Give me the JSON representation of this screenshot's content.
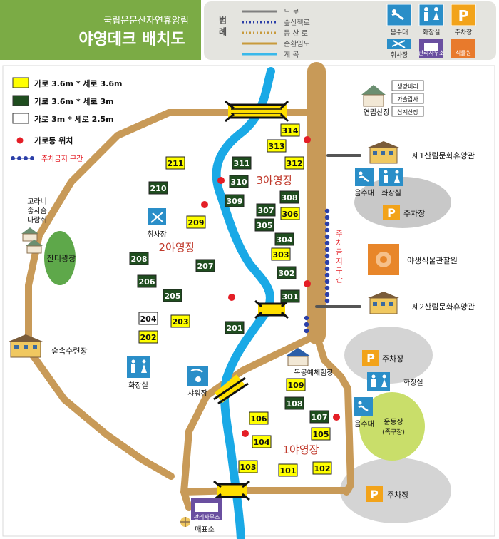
{
  "header": {
    "subtitle": "국립운문산자연휴양림",
    "title": "야영데크 배치도"
  },
  "legend_top": {
    "label": "범 례",
    "items": [
      {
        "label": "도 로",
        "color": "#7f7f7f",
        "style": "solid"
      },
      {
        "label": "숲산책로",
        "color": "#2b3fa8",
        "style": "dotted"
      },
      {
        "label": "등 산 로",
        "color": "#c89a3b",
        "style": "dotted"
      },
      {
        "label": "순환임도",
        "color": "#c89a3b",
        "style": "solid"
      },
      {
        "label": "계 곡",
        "color": "#39b8ea",
        "style": "solid"
      }
    ],
    "icons": [
      {
        "label": "음수대",
        "icon": "water-fountain-icon"
      },
      {
        "label": "화장실",
        "icon": "restroom-icon"
      },
      {
        "label": "주차장",
        "icon": "parking-icon"
      },
      {
        "label": "취사장",
        "icon": "cooking-icon"
      },
      {
        "label": "관리사무소",
        "icon": "office-icon"
      },
      {
        "label": "식물원",
        "icon": "botanical-icon"
      }
    ]
  },
  "deck_legend": [
    {
      "label": "가로 3.6m * 세로 3.6m",
      "color": "#ffff00"
    },
    {
      "label": "가로 3.6m * 세로 3m",
      "color": "#1f4d1f"
    },
    {
      "label": "가로 3m * 세로 2.5m",
      "color": "#ffffff"
    }
  ],
  "lamp_legend": {
    "label": "가로등 위치",
    "color": "#e41e26"
  },
  "noparking_legend": {
    "label": "주차금지 구간",
    "color": "#2b3fa8"
  },
  "zones": [
    {
      "label": "3야영장",
      "color": "#c0392b"
    },
    {
      "label": "2야영장",
      "color": "#c0392b"
    },
    {
      "label": "1야영장",
      "color": "#c0392b"
    }
  ],
  "noparking_text": "주차금지구간",
  "places": {
    "yeonlip": "연립산장",
    "yeonlip_signs": [
      "생강비리",
      "가슬갑사",
      "삼계산장"
    ],
    "hall1": "제1산림문화휴양관",
    "hall2": "제2산림문화휴양관",
    "fountain_a": "음수대",
    "restroom_a": "화장실",
    "parking_a": "주차장",
    "botanical": "야생식물관찰원",
    "parking_b": "주차장",
    "restroom_b": "화장실",
    "fountain_b": "음수대",
    "sports": [
      "운동장",
      "(족구장)"
    ],
    "parking_c": "주차장",
    "woodwork": "목공예체험장",
    "shower": "샤워장",
    "office": "관리사무소",
    "ticket": "매표소",
    "restroom_c": "화장실",
    "forest_training": "숲속수련장",
    "lawn": "잔디광장",
    "cooking": "취사장",
    "gorani": [
      "고라니",
      "좋사슴",
      "다람쥐"
    ]
  },
  "decks": [
    {
      "id": "314",
      "type": "yellow"
    },
    {
      "id": "313",
      "type": "yellow"
    },
    {
      "id": "312",
      "type": "yellow"
    },
    {
      "id": "311",
      "type": "green"
    },
    {
      "id": "310",
      "type": "green"
    },
    {
      "id": "309",
      "type": "green"
    },
    {
      "id": "308",
      "type": "green"
    },
    {
      "id": "307",
      "type": "green"
    },
    {
      "id": "306",
      "type": "yellow"
    },
    {
      "id": "305",
      "type": "green"
    },
    {
      "id": "304",
      "type": "green"
    },
    {
      "id": "303",
      "type": "yellow"
    },
    {
      "id": "302",
      "type": "green"
    },
    {
      "id": "301",
      "type": "green"
    },
    {
      "id": "211",
      "type": "yellow"
    },
    {
      "id": "210",
      "type": "green"
    },
    {
      "id": "209",
      "type": "yellow"
    },
    {
      "id": "208",
      "type": "green"
    },
    {
      "id": "207",
      "type": "green"
    },
    {
      "id": "206",
      "type": "green"
    },
    {
      "id": "205",
      "type": "green"
    },
    {
      "id": "204",
      "type": "white"
    },
    {
      "id": "203",
      "type": "yellow"
    },
    {
      "id": "202",
      "type": "yellow"
    },
    {
      "id": "201",
      "type": "green"
    },
    {
      "id": "109",
      "type": "yellow"
    },
    {
      "id": "108",
      "type": "green"
    },
    {
      "id": "107",
      "type": "green"
    },
    {
      "id": "106",
      "type": "yellow"
    },
    {
      "id": "105",
      "type": "yellow"
    },
    {
      "id": "104",
      "type": "yellow"
    },
    {
      "id": "103",
      "type": "yellow"
    },
    {
      "id": "101",
      "type": "yellow"
    },
    {
      "id": "102",
      "type": "yellow"
    }
  ]
}
